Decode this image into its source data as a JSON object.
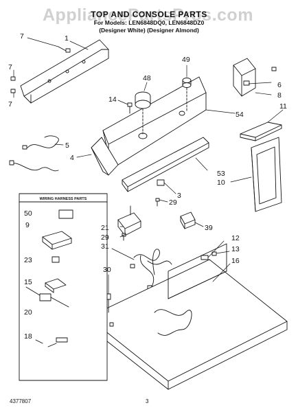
{
  "watermark": "AppliancePartsPros.com",
  "header": {
    "title": "TOP AND CONSOLE PARTS",
    "models": "For Models: LEN6848DQ0, LEN6848DZ0",
    "variants": "(Designer White) (Designer Almond)"
  },
  "legend": {
    "title": "WIRING HARNESS PARTS"
  },
  "callouts": [
    "7",
    "1",
    "7",
    "7",
    "49",
    "48",
    "14",
    "6",
    "8",
    "54",
    "11",
    "5",
    "4",
    "53",
    "10",
    "3",
    "29",
    "21",
    "29",
    "39",
    "31",
    "12",
    "13",
    "30",
    "16",
    "50",
    "9",
    "23",
    "15",
    "20",
    "18"
  ],
  "footer": {
    "part_number": "4377807",
    "page_number": "3"
  },
  "colors": {
    "line": "#111111",
    "watermark": "#969696"
  }
}
